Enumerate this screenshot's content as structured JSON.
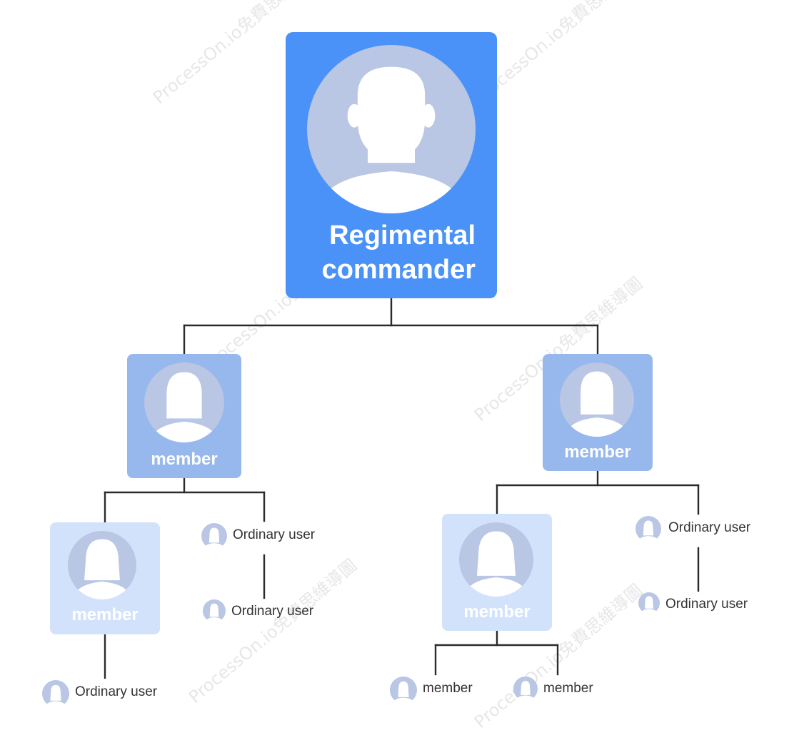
{
  "colors": {
    "root_card": "#4b92f8",
    "mid_card": "#97b8ec",
    "light_card": "#d3e2fb",
    "avatar_bg": "#b9c6e4",
    "connector": "#2b2b2b"
  },
  "root": {
    "label_line1": "Regimental",
    "label_line2": "commander"
  },
  "members": {
    "left": {
      "label": "member"
    },
    "right": {
      "label": "member"
    },
    "left_sub": {
      "label": "member"
    },
    "right_sub": {
      "label": "member"
    }
  },
  "users": {
    "u1": "Ordinary user",
    "u2": "Ordinary user",
    "u3": "Ordinary user",
    "u4": "Ordinary user",
    "u5": "Ordinary user",
    "m1": "member",
    "m2": "member"
  },
  "watermark": "ProcessOn.io免費思維導圖"
}
